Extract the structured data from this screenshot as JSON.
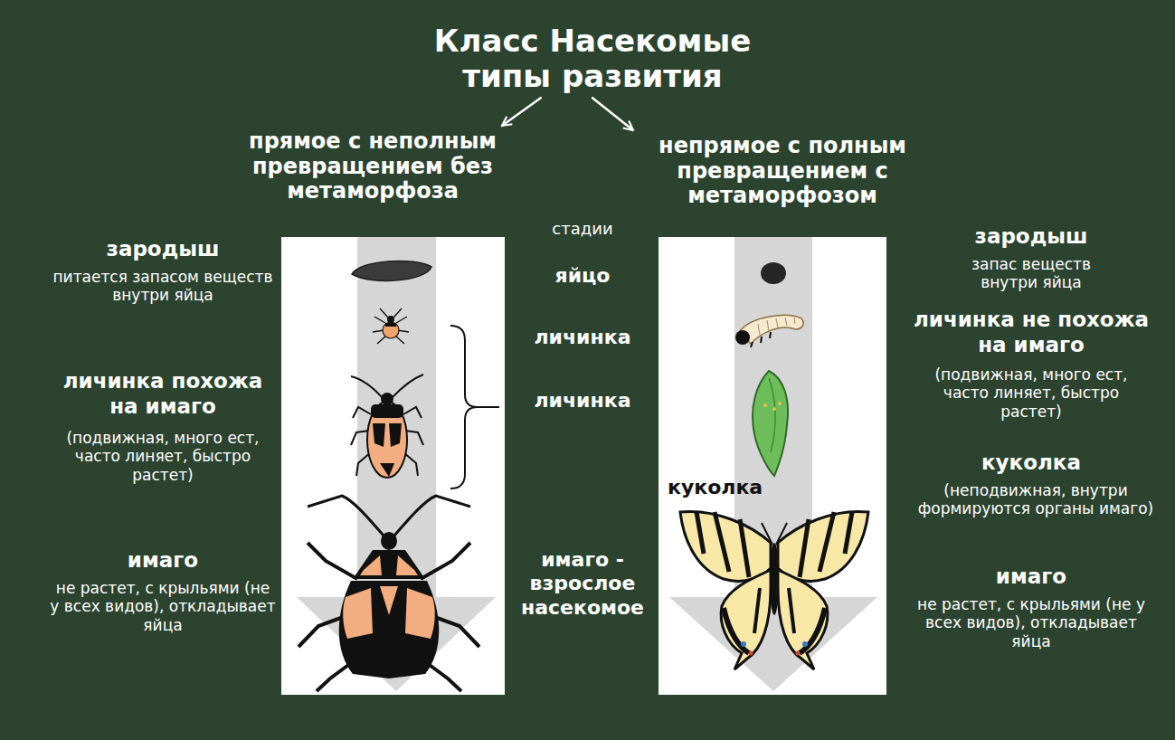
{
  "diagram": {
    "nodes": [
      {
        "text": [
          "Класс Насекомые",
          "типы развития"
        ]
      },
      {
        "text": [
          "прямое с неполным превращением без метаморфоза"
        ]
      },
      {
        "text": [
          "непрямое с полным превращением с метаморфозом"
        ]
      }
    ],
    "edges": [
      {
        "from": 0,
        "to": 1,
        "arrow": "to"
      },
      {
        "from": 0,
        "to": 2,
        "arrow": "to"
      }
    ],
    "labels": [
      "зародыш",
      "питается запасом веществ внутри яйца",
      "личинка похожа на имаго",
      "(подвижная, много ест, часто линяет, быстро растет)",
      "имаго",
      "не растет, с крыльями (не у всех видов), откладывает яйца",
      "стадии",
      "яйцо",
      "личинка",
      "личинка",
      "имаго - взрослое насекомое",
      "куколка",
      "зародыш",
      "запас веществ внутри яйца",
      "личинка не похожа на имаго",
      "(подвижная, много ест, часто линяет, быстро растет)",
      "куколка",
      "(неподвижная, внутри формируются органы имаго)",
      "имаго",
      "не растет, с крыльями (не у всех видов), откладывает яйца"
    ]
  }
}
